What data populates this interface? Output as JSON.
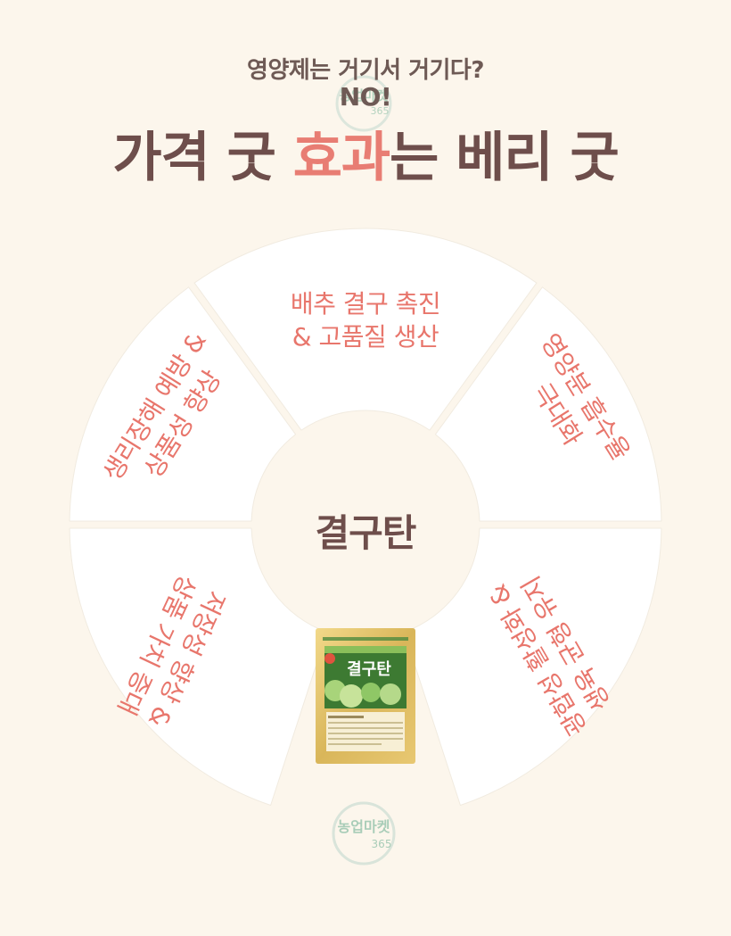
{
  "colors": {
    "background": "#fcf6ec",
    "segment": "#ffffff",
    "accent": "#e87d73",
    "heading": "#6e4e4b"
  },
  "header": {
    "subtitle": "영양제는 거기서 거기다?",
    "no": "NO!",
    "headline_part1": "가격 굿 ",
    "headline_accent": "효과",
    "headline_part2": "는 베리 굿"
  },
  "center": {
    "label": "결구탄"
  },
  "segments": [
    {
      "line1": "배추 결구 촉진",
      "line2": "& 고품질 생산"
    },
    {
      "line1": "영양분 흡수율",
      "line2": "극대화"
    },
    {
      "line1": "광합성 활성화 &",
      "line2": "생육 균형 유지"
    },
    {
      "line1": "저장성 향상 &",
      "line2": "상품 가치 증대"
    },
    {
      "line1": "생리장해 예방 &",
      "line2": "상품성 향상"
    }
  ],
  "product": {
    "brand": "결구탄"
  },
  "watermark": {
    "line1": "농업마켓",
    "line2": "365"
  }
}
